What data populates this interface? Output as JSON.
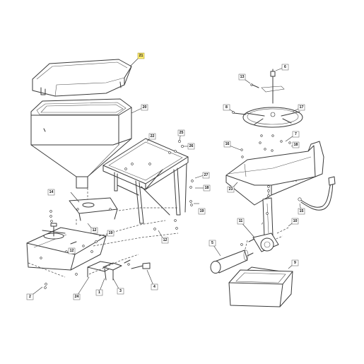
{
  "callouts": {
    "c21": "21",
    "c20": "20",
    "c22": "22",
    "c25": "25",
    "c26": "26",
    "c27": "27",
    "c18a": "18",
    "c19a": "19",
    "c12a": "12",
    "c12b": "12",
    "c12c": "12",
    "c14": "14",
    "c19b": "19",
    "c24": "24",
    "c1": "1",
    "c3": "3",
    "c4": "4",
    "c2": "2",
    "c13": "13",
    "c6": "6",
    "c8": "8",
    "c17": "17",
    "c16": "16",
    "c7": "7",
    "c18b": "18",
    "c23": "23",
    "c15": "15",
    "c11": "11",
    "c10": "10",
    "c5": "5",
    "c9": "9"
  },
  "highlight_color": "#ffec6e"
}
